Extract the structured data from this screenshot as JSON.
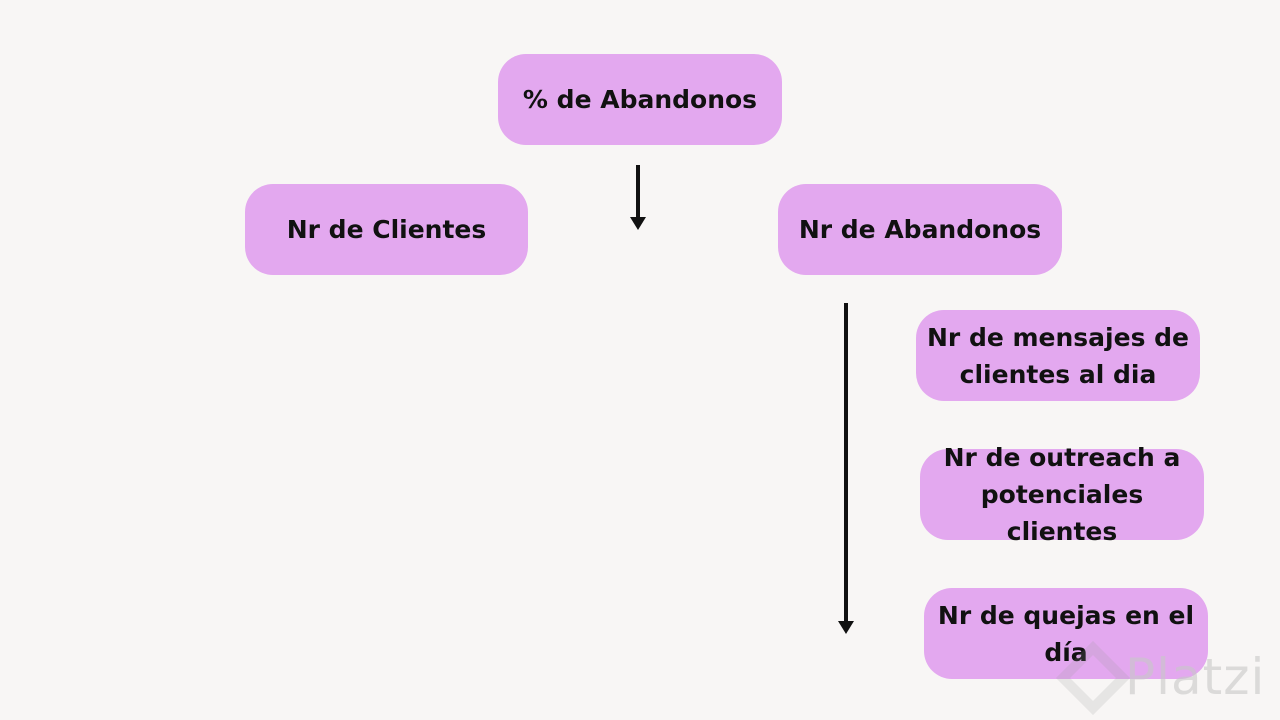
{
  "nodes": {
    "root": "% de Abandonos",
    "clientes": "Nr de Clientes",
    "abandonos": "Nr de Abandonos",
    "mensajes": "Nr de mensajes de clientes al dia",
    "outreach": "Nr de outreach a potenciales clientes",
    "quejas": "Nr de quejas en el día"
  },
  "watermark": {
    "text": "Platzi"
  },
  "colors": {
    "node_fill": "#e3a8ef",
    "background": "#f8f6f5",
    "text": "#111111",
    "arrow": "#111111"
  }
}
